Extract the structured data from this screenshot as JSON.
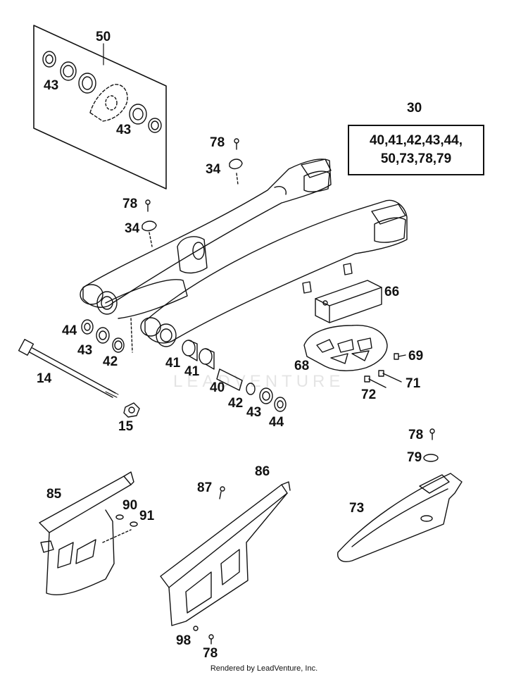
{
  "diagram": {
    "callouts": {
      "c50": "50",
      "c43a": "43",
      "c43b": "43",
      "c30": "30",
      "c78a": "78",
      "c34a": "34",
      "c78b": "78",
      "c34b": "34",
      "c66": "66",
      "c44a": "44",
      "c43c": "43",
      "c42a": "42",
      "c14": "14",
      "c41a": "41",
      "c41b": "41",
      "c40": "40",
      "c42b": "42",
      "c43d": "43",
      "c44b": "44",
      "c15": "15",
      "c68": "68",
      "c69": "69",
      "c71": "71",
      "c72": "72",
      "c78c": "78",
      "c79": "79",
      "c73": "73",
      "c85": "85",
      "c90": "90",
      "c91": "91",
      "c87": "87",
      "c86": "86",
      "c98": "98",
      "c78d": "78"
    },
    "kit_box": {
      "line1": "40,41,42,43,44,",
      "line2": "50,73,78,79"
    },
    "watermark": "LEADVENTURE"
  },
  "footer": "Rendered by LeadVenture, Inc."
}
